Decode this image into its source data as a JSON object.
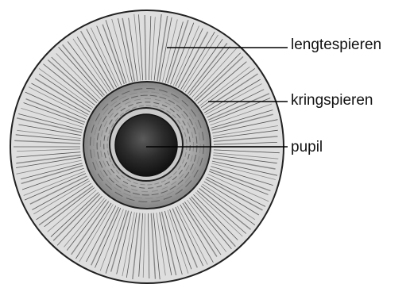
{
  "labels": {
    "radial_muscles": "lengtespieren",
    "circular_muscles": "kringspieren",
    "pupil": "pupil"
  },
  "colors": {
    "ink": "#1a1a1a",
    "iris_outer_fill": "#d9d9d9",
    "iris_inner_fill": "#9a9a9a",
    "pupil_fill": "#2a2a2a",
    "pointer_line": "#000000"
  }
}
